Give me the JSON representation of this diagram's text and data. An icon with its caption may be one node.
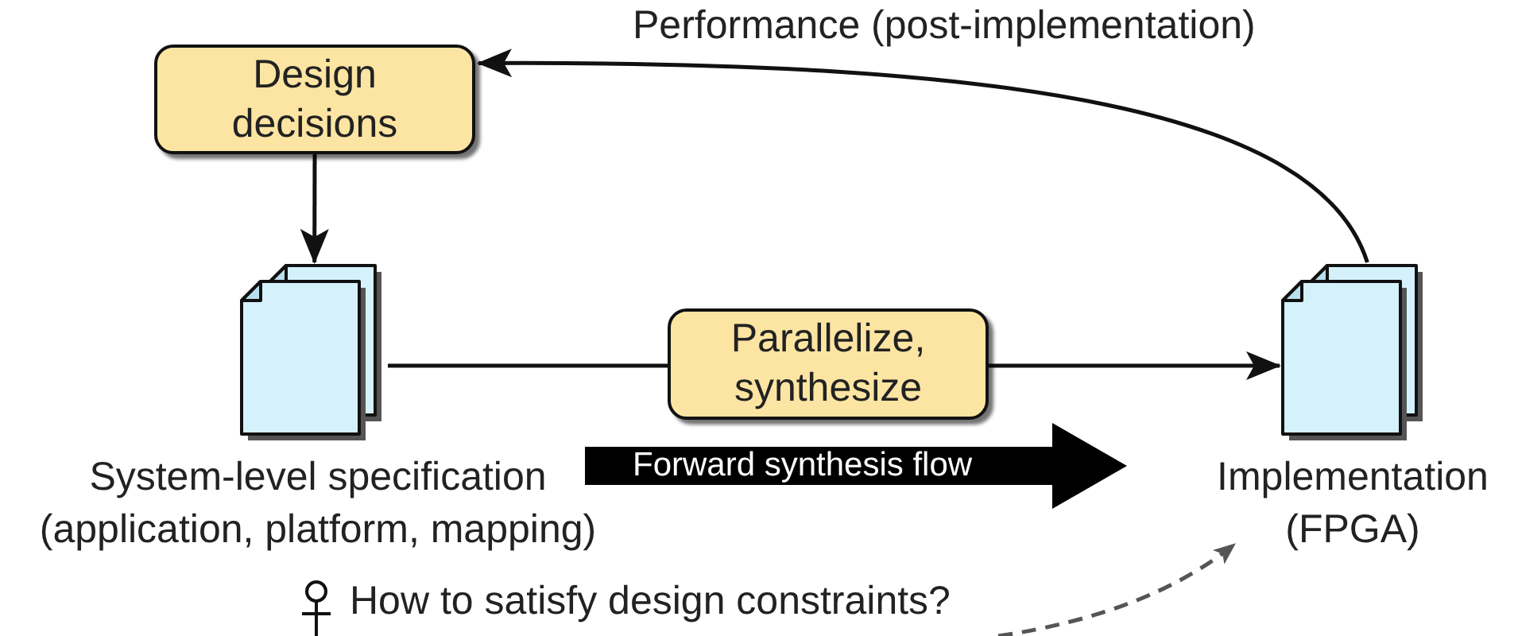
{
  "diagram": {
    "nodes": [
      {
        "text": [
          "Design decisions"
        ]
      },
      {
        "text": [],
        "shape": "document",
        "beside": [
          "System-level specification (application, platform, mapping)"
        ]
      },
      {
        "text": [
          "Parallelize, synthesize"
        ]
      },
      {
        "text": [],
        "shape": "document",
        "beside": [
          "Implementation (FPGA)"
        ]
      }
    ],
    "edges": [
      {
        "from": 0,
        "to": 1,
        "arrow": "to"
      },
      {
        "from": 1,
        "to": 2,
        "arrow": "none"
      },
      {
        "from": 2,
        "to": 3,
        "arrow": "to"
      },
      {
        "from": 3,
        "to": 0,
        "arrow": "to",
        "label": "Performance (post-implementation)"
      },
      {
        "from": null,
        "to": 3,
        "arrow": "to",
        "style": "dashed",
        "color": "#555555"
      }
    ],
    "labels": [
      "Forward synthesis flow",
      "How to satisfy design constraints?"
    ]
  }
}
